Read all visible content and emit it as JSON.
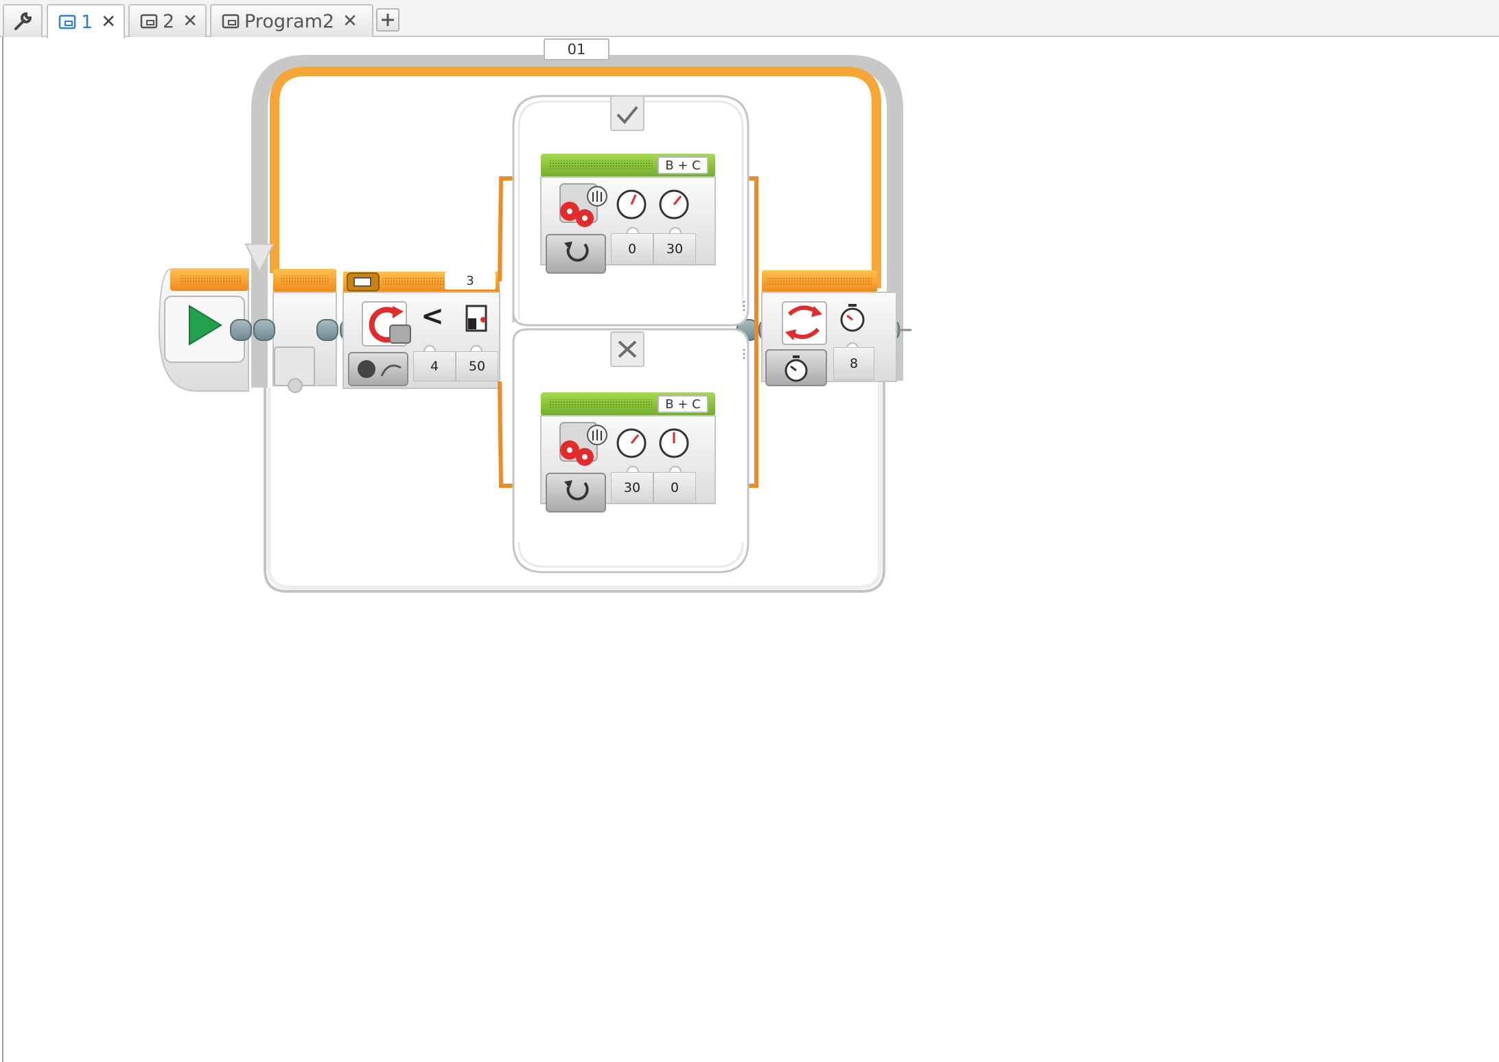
{
  "tabs": {
    "settings_icon": "wrench-icon",
    "items": [
      {
        "label": "1",
        "active": true
      },
      {
        "label": "2",
        "active": false
      },
      {
        "label": "Program2",
        "active": false
      }
    ],
    "add_icon": "plus-icon",
    "close_glyph": "✕"
  },
  "loop": {
    "name": "01",
    "count_label": "8"
  },
  "switch": {
    "port": "3",
    "comparison": "<",
    "compare_type": "4",
    "threshold": "50",
    "true_case_icon": "checkmark-icon",
    "false_case_icon": "cross-icon"
  },
  "true_case_block": {
    "ports": "B + C",
    "left_speed": "0",
    "right_speed": "30"
  },
  "false_case_block": {
    "ports": "B + C",
    "left_speed": "30",
    "right_speed": "0"
  },
  "colors": {
    "flow_orange": "#f7a535",
    "switch_orange": "#f08a24",
    "motor_green": "#8cc63f",
    "start_green": "#22a04b",
    "sensor_red": "#e32b2b"
  }
}
